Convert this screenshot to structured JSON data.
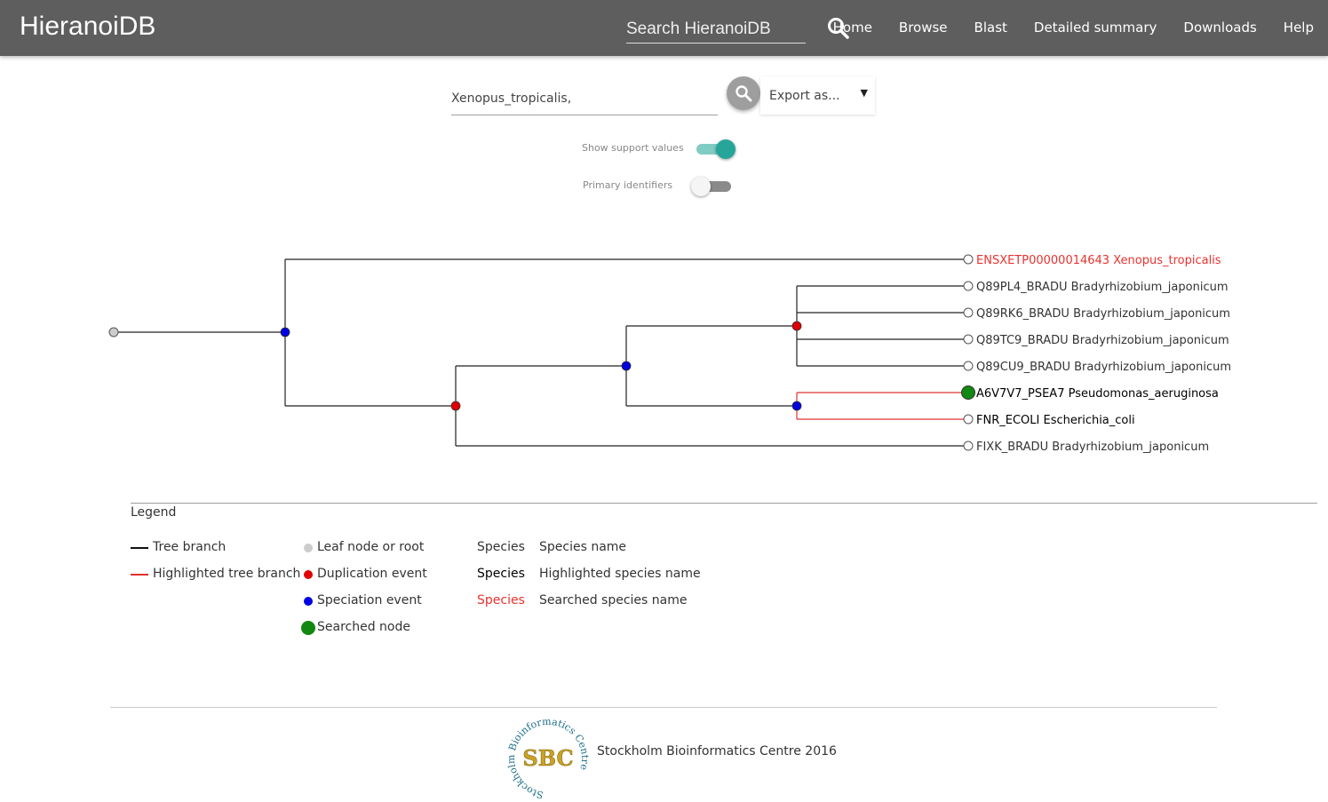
{
  "nav": {
    "brand": "HieranoiDB",
    "search_placeholder": "Search HieranoiDB",
    "links": [
      "Home",
      "Browse",
      "Blast",
      "Detailed summary",
      "Downloads",
      "Help"
    ]
  },
  "query": {
    "value": "Xenopus_tropicalis,",
    "export_label": "Export as..."
  },
  "options": {
    "support_values": {
      "label": "Show support values",
      "on": true
    },
    "primary_ids": {
      "label": "Primary identifiers",
      "on": false
    }
  },
  "colors": {
    "searched_species": "#e8322e",
    "duplication": "#e00000",
    "speciation": "#0000e0",
    "searched_node": "#118811",
    "highlight_branch": "#e03030",
    "leaf": "#cccccc",
    "toggle_on": "#26a69a"
  },
  "tree": {
    "leaves": [
      {
        "id": "ENSXETP00000014643",
        "species": "Xenopus_tropicalis",
        "style": "searched-species"
      },
      {
        "id": "Q89PL4_BRADU",
        "species": "Bradyrhizobium_japonicum",
        "style": "normal"
      },
      {
        "id": "Q89RK6_BRADU",
        "species": "Bradyrhizobium_japonicum",
        "style": "normal"
      },
      {
        "id": "Q89TC9_BRADU",
        "species": "Bradyrhizobium_japonicum",
        "style": "normal"
      },
      {
        "id": "Q89CU9_BRADU",
        "species": "Bradyrhizobium_japonicum",
        "style": "normal"
      },
      {
        "id": "A6V7V7_PSEA7",
        "species": "Pseudomonas_aeruginosa",
        "style": "highlighted"
      },
      {
        "id": "FNR_ECOLI",
        "species": "Escherichia_coli",
        "style": "highlighted"
      },
      {
        "id": "FIXK_BRADU",
        "species": "Bradyrhizobium_japonicum",
        "style": "normal"
      }
    ]
  },
  "legend": {
    "title": "Legend",
    "tree_branch": "Tree branch",
    "highlighted_branch": "Highlighted tree branch",
    "leaf_node": "Leaf node or root",
    "duplication": "Duplication event",
    "speciation": "Speciation event",
    "searched_node": "Searched node",
    "species_word": "Species",
    "species_name": "Species name",
    "highlighted_species_name": "Highlighted species name",
    "searched_species_name": "Searched species name"
  },
  "footer": {
    "text": "Stockholm Bioinformatics Centre 2016",
    "logo_text": "SBC",
    "logo_ring": "Stockholm Bioinformatics Centre"
  }
}
